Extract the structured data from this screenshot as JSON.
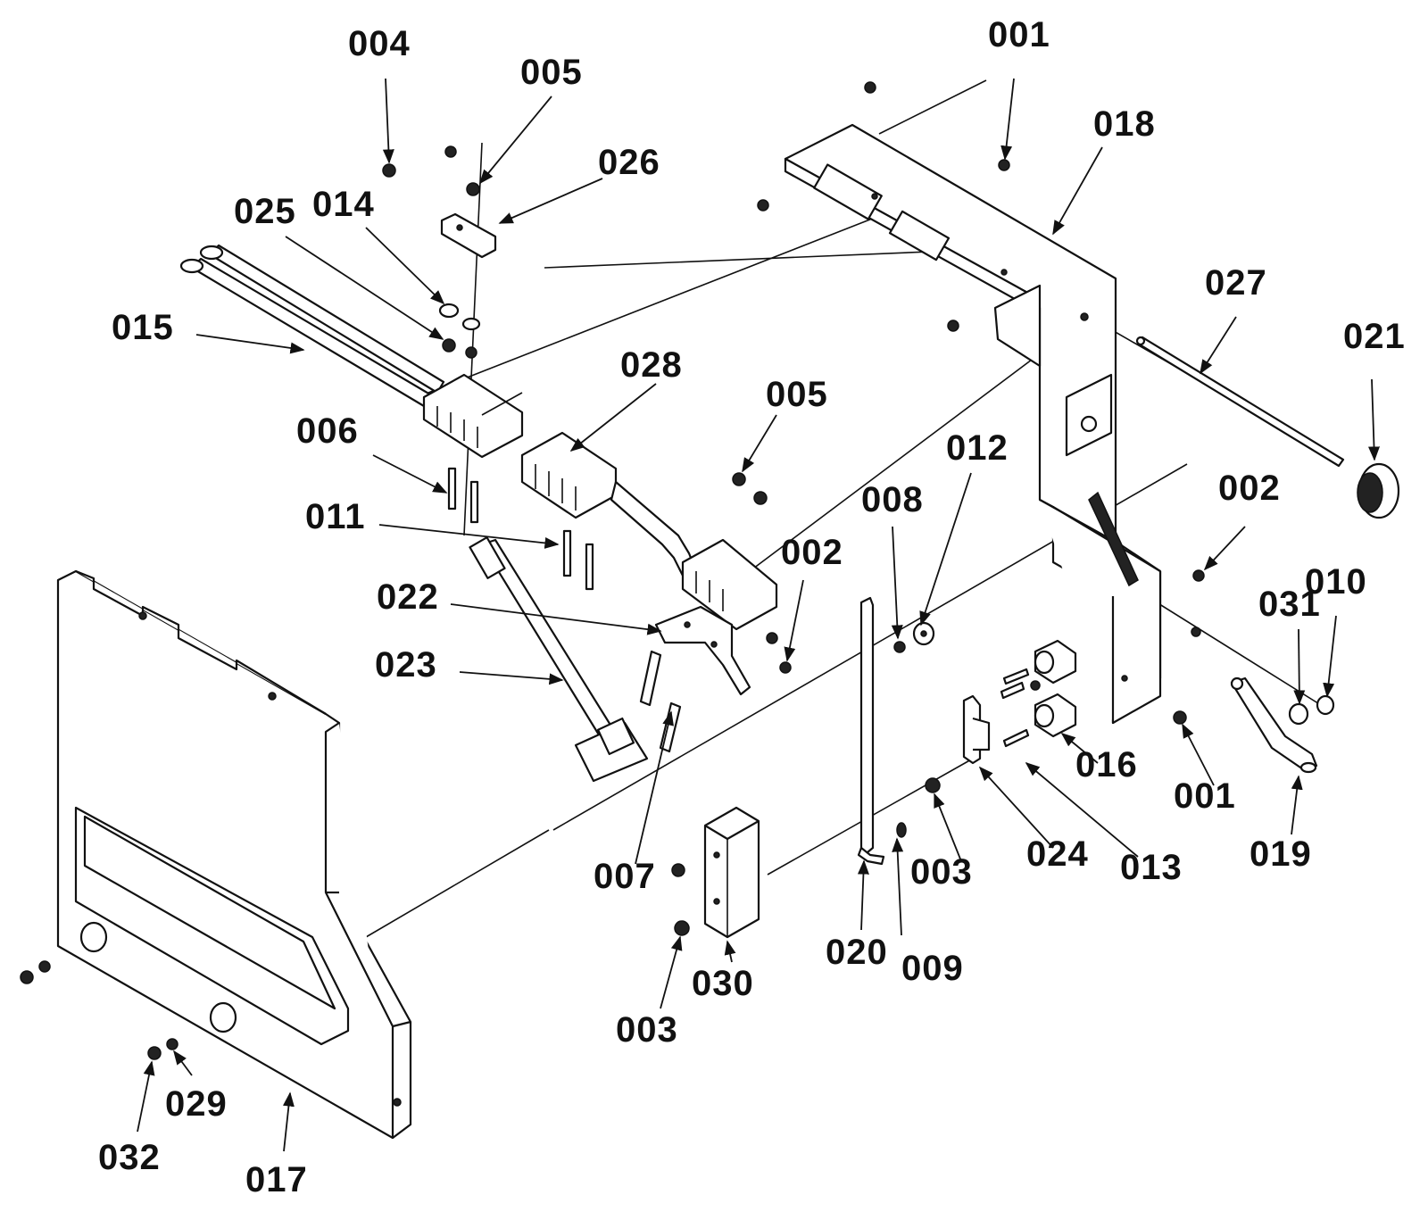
{
  "callouts": [
    {
      "id": "c001a",
      "text": "001"
    },
    {
      "id": "c001b",
      "text": "001"
    },
    {
      "id": "c002a",
      "text": "002"
    },
    {
      "id": "c002b",
      "text": "002"
    },
    {
      "id": "c003a",
      "text": "003"
    },
    {
      "id": "c003b",
      "text": "003"
    },
    {
      "id": "c004",
      "text": "004"
    },
    {
      "id": "c005a",
      "text": "005"
    },
    {
      "id": "c005b",
      "text": "005"
    },
    {
      "id": "c006",
      "text": "006"
    },
    {
      "id": "c007",
      "text": "007"
    },
    {
      "id": "c008",
      "text": "008"
    },
    {
      "id": "c009",
      "text": "009"
    },
    {
      "id": "c010",
      "text": "010"
    },
    {
      "id": "c011",
      "text": "011"
    },
    {
      "id": "c012",
      "text": "012"
    },
    {
      "id": "c013",
      "text": "013"
    },
    {
      "id": "c014",
      "text": "014"
    },
    {
      "id": "c015",
      "text": "015"
    },
    {
      "id": "c016",
      "text": "016"
    },
    {
      "id": "c017",
      "text": "017"
    },
    {
      "id": "c018",
      "text": "018"
    },
    {
      "id": "c019",
      "text": "019"
    },
    {
      "id": "c020",
      "text": "020"
    },
    {
      "id": "c021",
      "text": "021"
    },
    {
      "id": "c022",
      "text": "022"
    },
    {
      "id": "c023",
      "text": "023"
    },
    {
      "id": "c024",
      "text": "024"
    },
    {
      "id": "c025",
      "text": "025"
    },
    {
      "id": "c026",
      "text": "026"
    },
    {
      "id": "c027",
      "text": "027"
    },
    {
      "id": "c028",
      "text": "028"
    },
    {
      "id": "c029",
      "text": "029"
    },
    {
      "id": "c030",
      "text": "030"
    },
    {
      "id": "c031",
      "text": "031"
    },
    {
      "id": "c032",
      "text": "032"
    }
  ]
}
